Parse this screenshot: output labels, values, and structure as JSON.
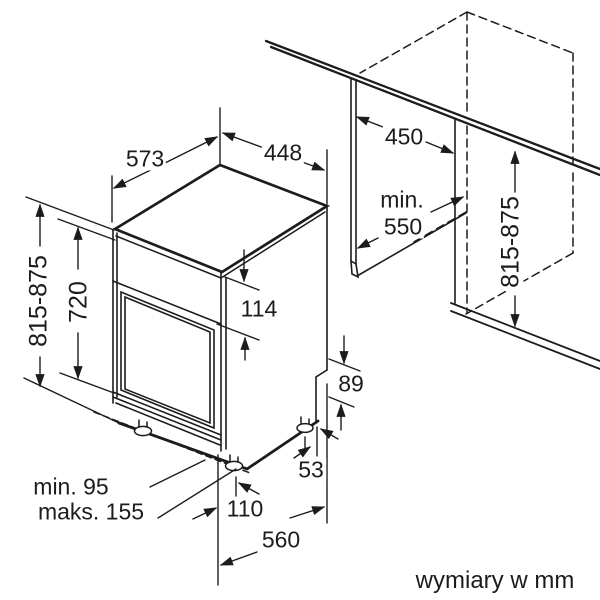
{
  "drawing": {
    "kind": "appliance installation dimension drawing",
    "units_note": "wymiary w mm",
    "colors": {
      "line": "#1c1c1c",
      "background": "#ffffff"
    },
    "labels": {
      "appliance_depth": "573",
      "appliance_width": "448",
      "niche_width": "450",
      "niche_depth_min_word": "min.",
      "niche_depth_value": "550",
      "niche_height_range": "815-875",
      "appliance_height_range": "815-875",
      "door_height": "720",
      "control_panel_height": "114",
      "rear_recess_height": "89",
      "rear_foot_setback": "53",
      "plinth_min": "min. 95",
      "plinth_max": "maks. 155",
      "front_offset": "110",
      "base_depth": "560"
    }
  }
}
